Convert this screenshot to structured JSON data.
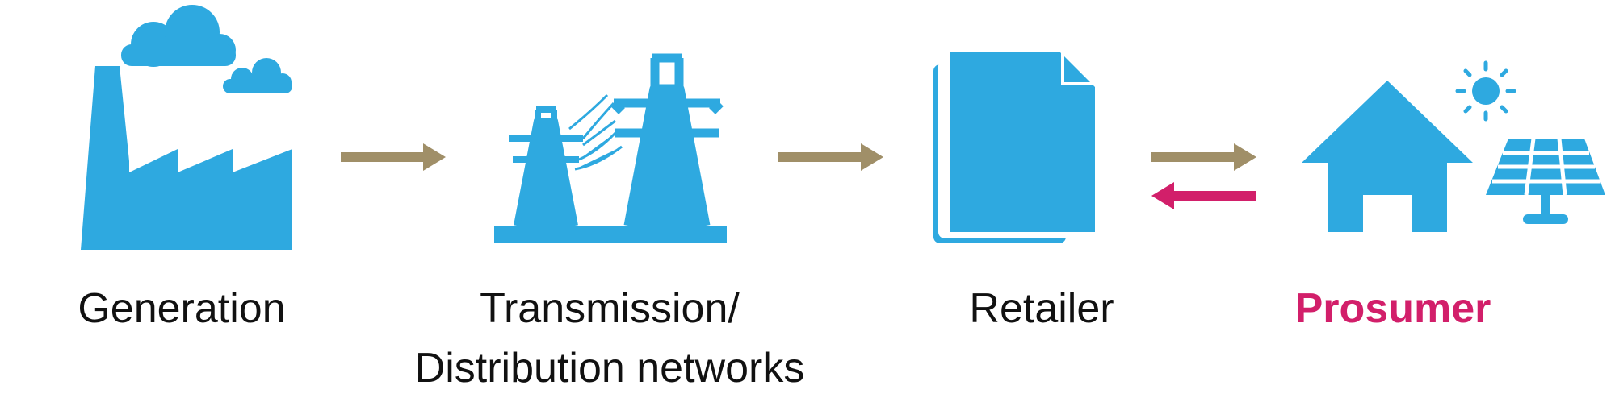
{
  "colors": {
    "icon": "#2EA9E0",
    "flow_arrow": "#A08F68",
    "return_arrow": "#D21F6A",
    "text": "#111111",
    "highlight": "#D21F6A"
  },
  "nodes": [
    {
      "id": "generation",
      "icon": "factory-icon",
      "label": "Generation"
    },
    {
      "id": "networks",
      "icon": "power-pylons-icon",
      "label_line1": "Transmission/",
      "label_line2": "Distribution networks"
    },
    {
      "id": "retailer",
      "icon": "document-icon",
      "label": "Retailer"
    },
    {
      "id": "prosumer",
      "icon": "house-solar-panel-icon",
      "label": "Prosumer"
    }
  ],
  "arrows": [
    {
      "from": "generation",
      "to": "networks",
      "color": "flow_arrow"
    },
    {
      "from": "networks",
      "to": "retailer",
      "color": "flow_arrow"
    },
    {
      "from": "retailer",
      "to": "prosumer",
      "color": "flow_arrow"
    },
    {
      "from": "prosumer",
      "to": "retailer",
      "color": "return_arrow"
    }
  ]
}
